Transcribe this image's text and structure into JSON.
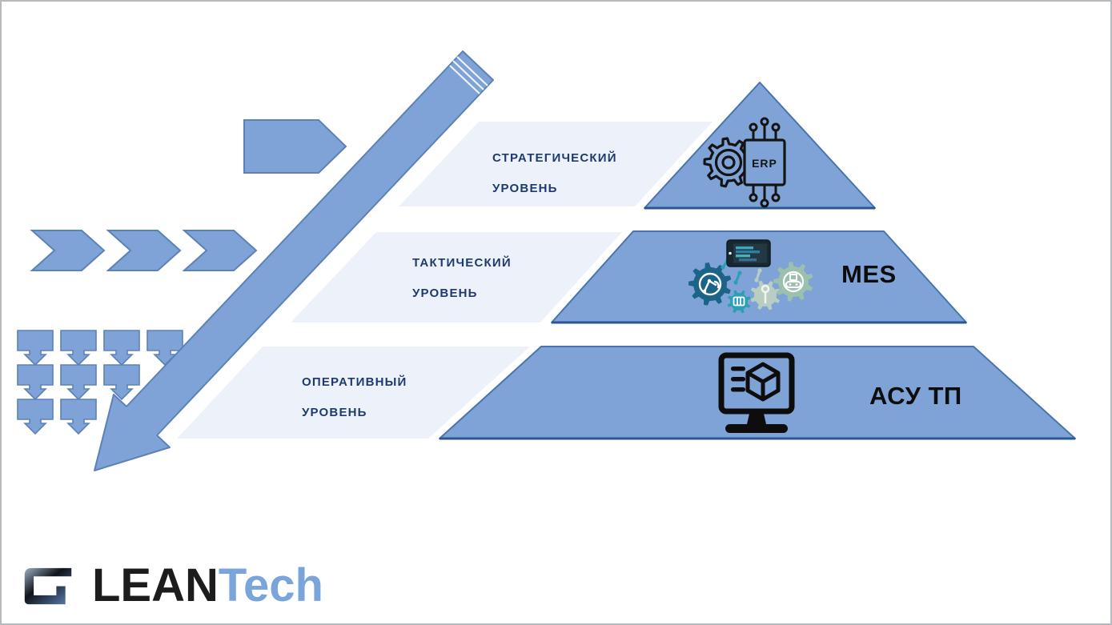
{
  "slide": {
    "type": "presentation-slide",
    "background": "#ffffff",
    "border_color": "#b6b9bd"
  },
  "colors": {
    "shape_blue": "#7fa3d6",
    "shape_border": "#5b82b8",
    "pyramid_border": "#4a74ad",
    "pyramid_base_line": "#2a5794",
    "band_light": "#edf2fa",
    "level_label_navy": "#1e3a6e",
    "system_label_black": "#0d0d0d",
    "logo_lean_black": "#1c1c1c",
    "logo_tech_blue": "#7aa5da",
    "icon_dark_gear_teal": "#1b6387",
    "icon_small_gear_teal": "#2d9fb5",
    "icon_pale_gear_sage": "#b9cec2",
    "icon_big_gear_sage": "#9cc0ae",
    "icon_outline_black": "#141414"
  },
  "pyramid": {
    "levels": [
      {
        "id": "strategic",
        "label_line1": "СТРАТЕГИЧЕСКИЙ",
        "label_line2": "УРОВЕНЬ",
        "system": "ERP"
      },
      {
        "id": "tactical",
        "label_line1": "ТАКТИЧЕСКИЙ",
        "label_line2": "УРОВЕНЬ",
        "system": "MES"
      },
      {
        "id": "operational",
        "label_line1": "ОПЕРАТИВНЫЙ",
        "label_line2": "УРОВЕНЬ",
        "system": "АСУ ТП"
      }
    ]
  },
  "icons": {
    "erp_chip_label": "ERP",
    "names": [
      "erp-gear-chip-icon",
      "mes-gears-tablet-icon",
      "scada-monitor-cube-icon",
      "pentagon-arrow-icon",
      "chevron-arrows-icon",
      "down-arrow-callouts-icon",
      "diagonal-flow-arrow-icon",
      "leantech-logo-mark"
    ]
  },
  "logo": {
    "name": "LEANTech",
    "text_black": "LEAN",
    "text_blue": "Tech"
  }
}
